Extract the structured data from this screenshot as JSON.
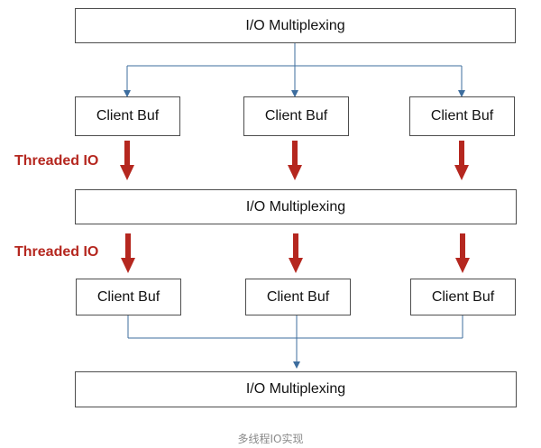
{
  "diagram": {
    "top_box": "I/O Multiplexing",
    "row1_buffers": [
      "Client Buf",
      "Client Buf",
      "Client Buf"
    ],
    "threaded_label_1": "Threaded IO",
    "middle_box": "I/O Multiplexing",
    "threaded_label_2": "Threaded IO",
    "row2_buffers": [
      "Client Buf",
      "Client Buf",
      "Client Buf"
    ],
    "bottom_box": "I/O Multiplexing"
  },
  "caption": "多线程IO实现",
  "colors": {
    "connector": "#3d6d9e",
    "threaded_arrow": "#b5271f",
    "box_border": "#4d4d4d"
  }
}
